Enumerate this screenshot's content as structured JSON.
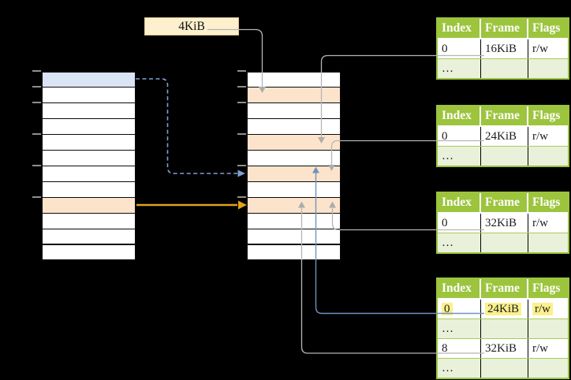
{
  "colors": {
    "bg": "#000000",
    "mem-white": "#ffffff",
    "mem-blue": "#D9E4F5",
    "mem-orange": "#FCE4CC",
    "mem-border": "#0a0a0a",
    "tick": "#8f8f8f",
    "box-fill": "#FDF0CE",
    "box-border": "#DCC98E",
    "table-green": "#9CC43D",
    "table-row-green": "#E9F1DA",
    "row-sep-green": "#A9CB59",
    "header-text": "#ffffff",
    "cell-text": "#1c1c1c",
    "highlight": "#FBF08C",
    "conn-gray": "#B5B5B5",
    "conn-gray-head": "#ACACAC",
    "conn-blue": "#7092BE",
    "conn-dash": "#7FA0D2",
    "conn-orange": "#E2A21B"
  },
  "label_box": {
    "text": "4KiB"
  },
  "memory": {
    "left_table": {
      "rows": [
        "blue",
        "white",
        "white",
        "white",
        "white",
        "white",
        "white",
        "white",
        "orange",
        "white",
        "white",
        "white"
      ],
      "ticks": [
        0,
        20,
        40,
        80,
        120,
        160
      ]
    },
    "middle_table": {
      "rows": [
        "white",
        "orange",
        "white",
        "white",
        "orange",
        "white",
        "orange",
        "white",
        "orange",
        "white",
        "white",
        "white"
      ],
      "ticks": [
        0,
        20,
        40,
        80,
        120,
        160
      ]
    }
  },
  "page_tables": [
    {
      "headers": [
        "Index",
        "Frame",
        "Flags"
      ],
      "rows": [
        {
          "shade": "white",
          "cells": [
            {
              "text": "0"
            },
            {
              "text": "16KiB"
            },
            {
              "text": "r/w"
            }
          ]
        },
        {
          "shade": "green",
          "cells": [
            {
              "text": "…"
            },
            {
              "text": ""
            },
            {
              "text": ""
            }
          ]
        }
      ]
    },
    {
      "headers": [
        "Index",
        "Frame",
        "Flags"
      ],
      "rows": [
        {
          "shade": "white",
          "cells": [
            {
              "text": "0"
            },
            {
              "text": "24KiB"
            },
            {
              "text": "r/w"
            }
          ]
        },
        {
          "shade": "green",
          "cells": [
            {
              "text": "…"
            },
            {
              "text": ""
            },
            {
              "text": ""
            }
          ]
        }
      ]
    },
    {
      "headers": [
        "Index",
        "Frame",
        "Flags"
      ],
      "rows": [
        {
          "shade": "white",
          "cells": [
            {
              "text": "0"
            },
            {
              "text": "32KiB"
            },
            {
              "text": "r/w"
            }
          ]
        },
        {
          "shade": "green",
          "cells": [
            {
              "text": "…"
            },
            {
              "text": ""
            },
            {
              "text": ""
            }
          ]
        }
      ]
    },
    {
      "headers": [
        "Index",
        "Frame",
        "Flags"
      ],
      "rows": [
        {
          "shade": "white",
          "cells": [
            {
              "text": "0",
              "highlight": true
            },
            {
              "text": "24KiB",
              "highlight": true
            },
            {
              "text": "r/w",
              "highlight": true
            }
          ]
        },
        {
          "shade": "green",
          "cells": [
            {
              "text": "…"
            },
            {
              "text": ""
            },
            {
              "text": ""
            }
          ]
        },
        {
          "shade": "white",
          "cells": [
            {
              "text": "8"
            },
            {
              "text": "32KiB"
            },
            {
              "text": "r/w"
            }
          ]
        },
        {
          "shade": "green",
          "cells": [
            {
              "text": "…"
            },
            {
              "text": ""
            },
            {
              "text": ""
            }
          ]
        }
      ]
    }
  ]
}
